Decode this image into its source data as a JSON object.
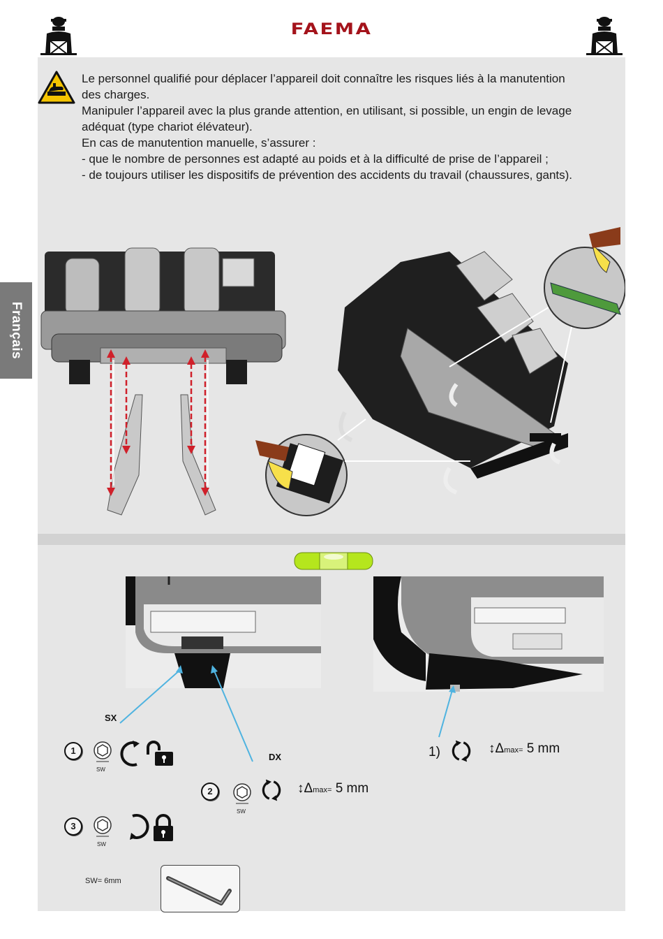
{
  "header": {
    "brand": "FAEMA",
    "left_icon": "worker-handling-icon",
    "right_icon": "worker-handling-icon"
  },
  "sidebar": {
    "language": "Français"
  },
  "warning": {
    "icon": "hand-crush-warning-icon",
    "lines": [
      "Le personnel qualifié pour déplacer l’appareil doit connaître les risques liés à la manutention",
      "des charges.",
      "Manipuler l’appareil avec la plus grande attention, en utilisant, si possible, un engin de levage",
      "adéquat (type chariot élévateur).",
      "En cas de manutention manuelle, s’assurer :",
      "- que le nombre de personnes est adapté au poids et à la difficulté de prise de l’appareil ;",
      "- de toujours utiliser les dispositifs de prévention des accidents du travail (chaussures, gants)."
    ]
  },
  "leveling": {
    "sx_label": "SX",
    "dx_label": "DX",
    "steps": [
      {
        "num": "1",
        "sw": "SW"
      },
      {
        "num": "2",
        "sw": "SW",
        "delta_prefix": "Δ",
        "delta_sub": "max=",
        "delta_value": "5 mm"
      },
      {
        "num": "3",
        "sw": "SW"
      }
    ],
    "right_step": {
      "label": "1)",
      "delta_prefix": "Δ",
      "delta_sub": "max=",
      "delta_value": "5 mm"
    },
    "sw_size": "SW= 6mm"
  },
  "colors": {
    "brand": "#a4131b",
    "panel": "#e6e6e6",
    "tab": "#7a7a7a",
    "arrow_red": "#d0202a",
    "arrow_blue": "#4fb3e0",
    "level_green": "#b5e61d"
  }
}
